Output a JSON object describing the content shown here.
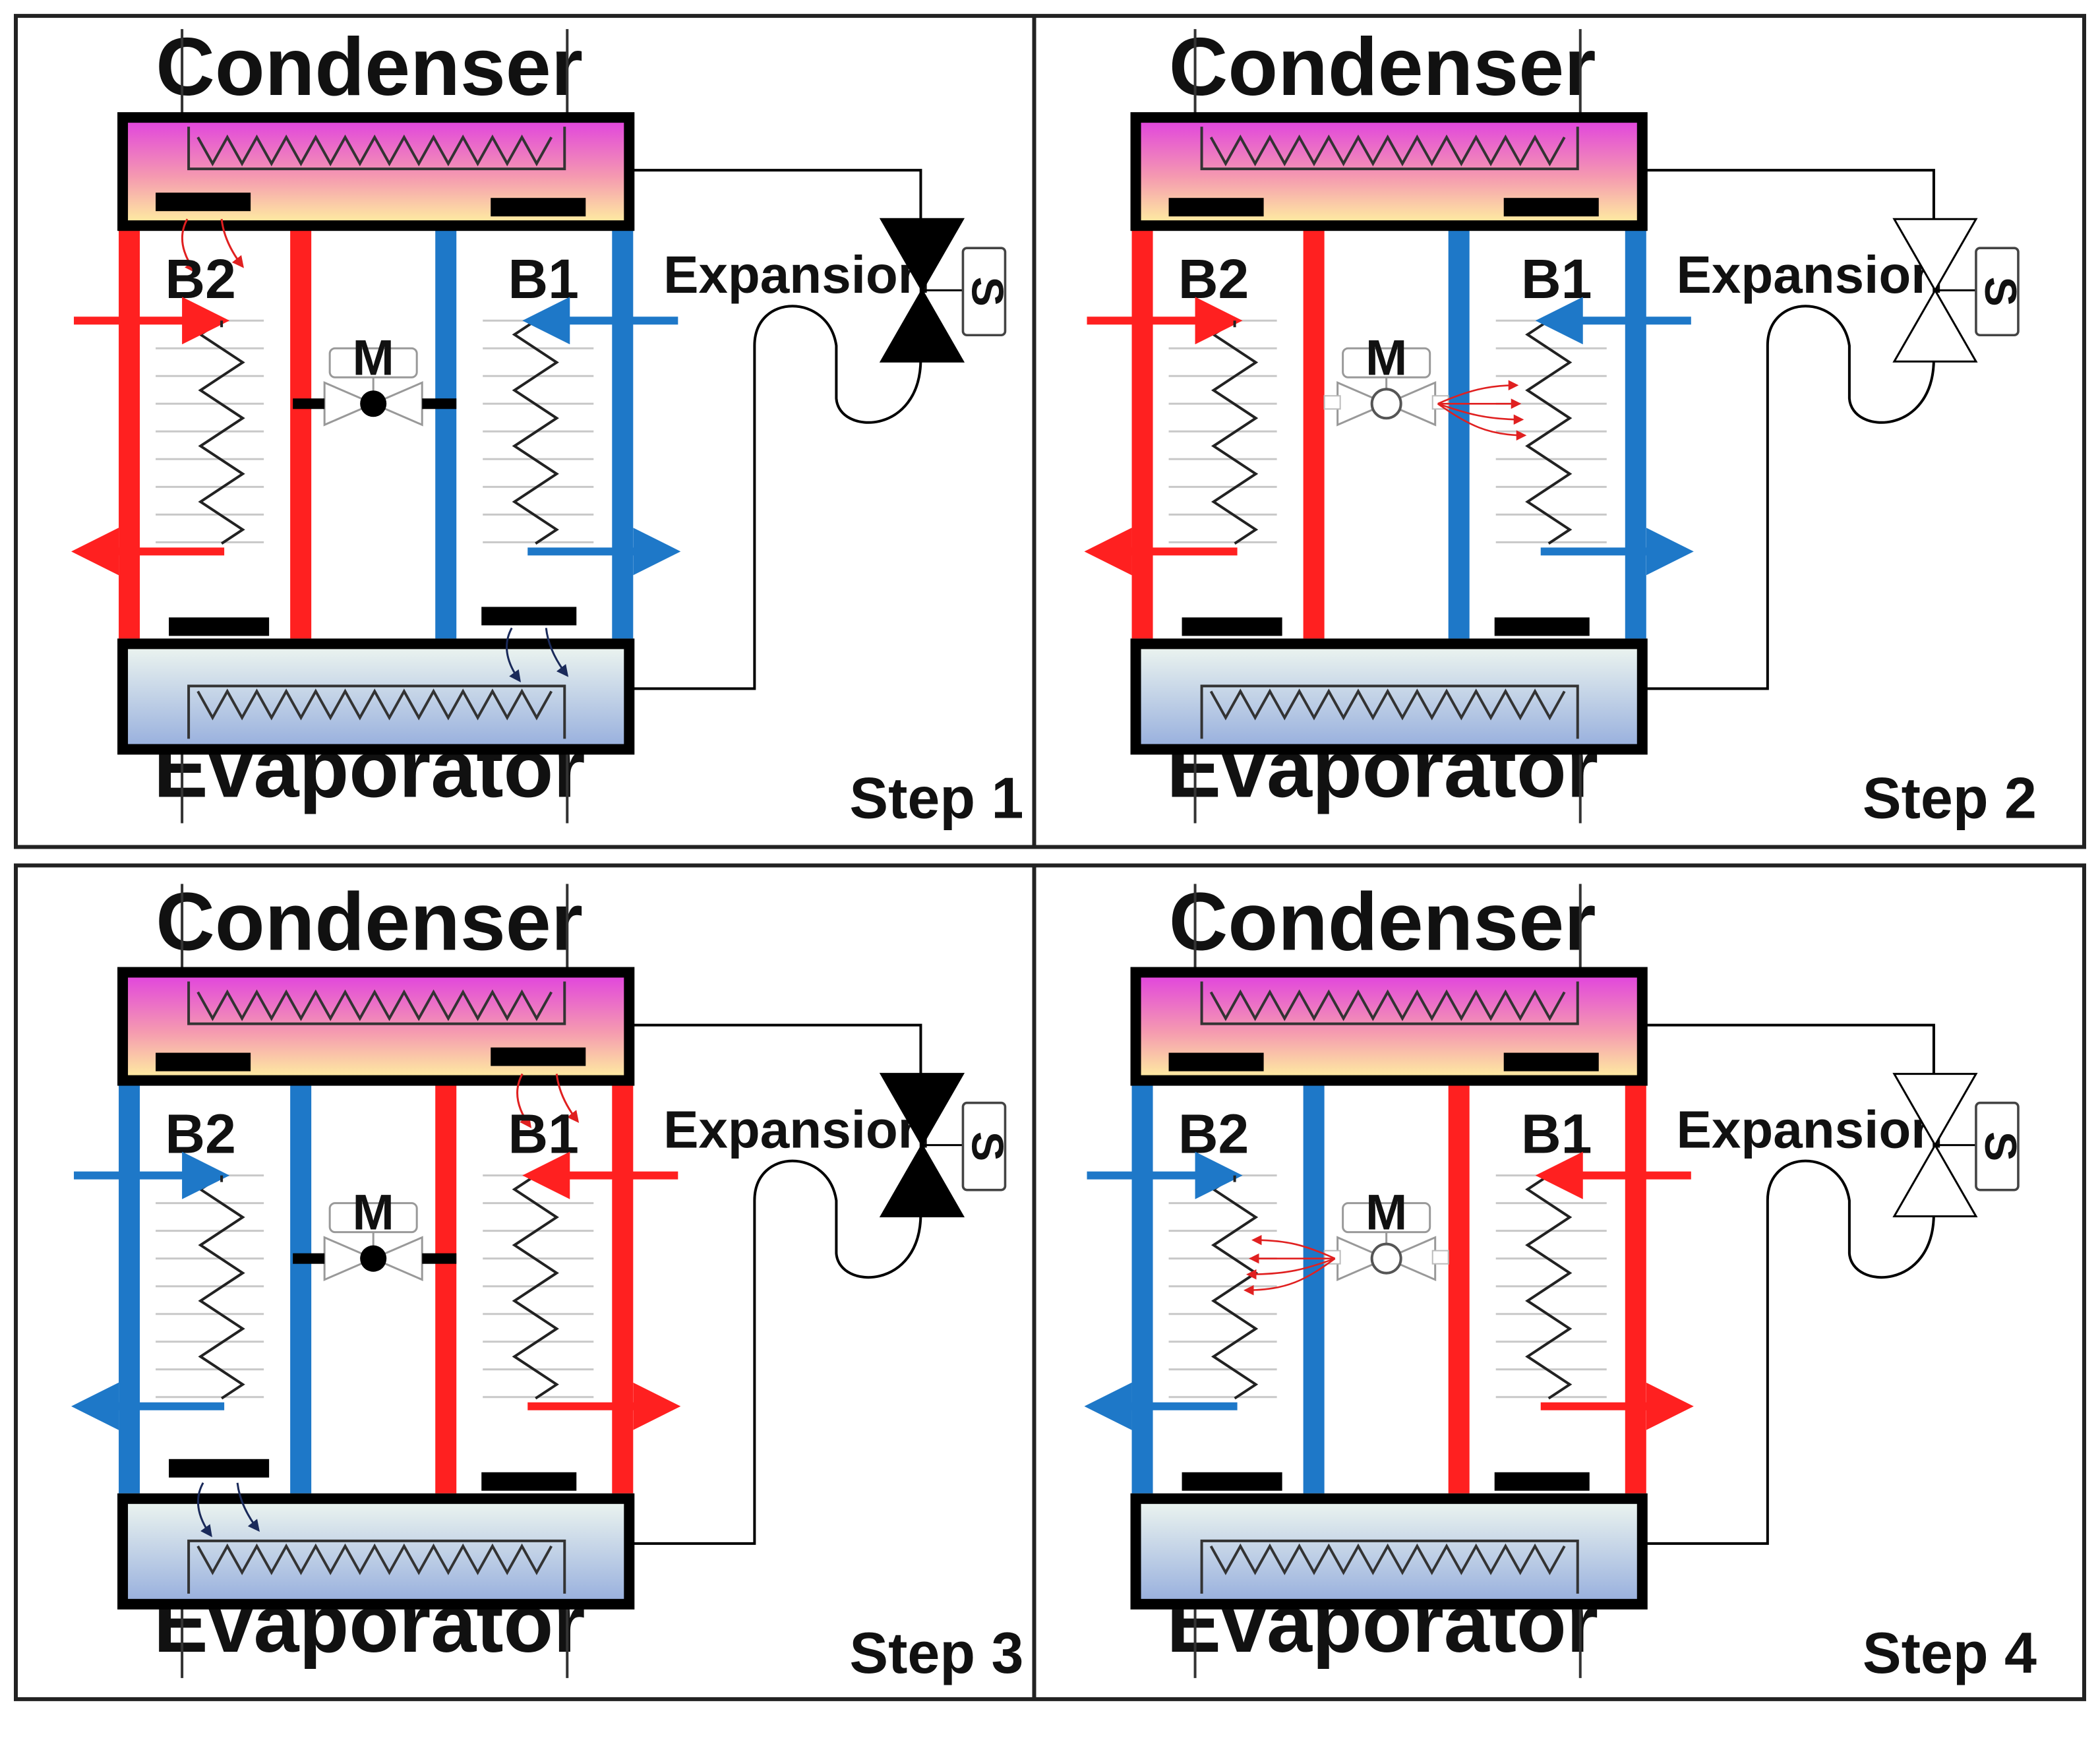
{
  "panels": [
    {
      "condenser": "Condenser",
      "evaporator": "Evaporator",
      "b2": "B2",
      "b1": "B1",
      "motor": "M",
      "expansion": "Expansion",
      "solenoid": "S",
      "step": "Step 1",
      "colors": {
        "b2": "#ff2020",
        "mid_left": "#ff2020",
        "mid_right": "#1e78c8",
        "b1": "#1e78c8"
      },
      "valve_open": false,
      "expansion_valve_filled": true,
      "flow_target": null,
      "open_gates": [
        "cond-left",
        "evap-right"
      ]
    },
    {
      "condenser": "Condenser",
      "evaporator": "Evaporator",
      "b2": "B2",
      "b1": "B1",
      "motor": "M",
      "expansion": "Expansion",
      "solenoid": "S",
      "step": "Step 2",
      "colors": {
        "b2": "#ff2020",
        "mid_left": "#ff2020",
        "mid_right": "#1e78c8",
        "b1": "#1e78c8"
      },
      "valve_open": true,
      "expansion_valve_filled": false,
      "flow_target": "b1",
      "open_gates": []
    },
    {
      "condenser": "Condenser",
      "evaporator": "Evaporator",
      "b2": "B2",
      "b1": "B1",
      "motor": "M",
      "expansion": "Expansion",
      "solenoid": "S",
      "step": "Step 3",
      "colors": {
        "b2": "#1e78c8",
        "mid_left": "#1e78c8",
        "mid_right": "#ff2020",
        "b1": "#ff2020"
      },
      "valve_open": false,
      "expansion_valve_filled": true,
      "flow_target": null,
      "open_gates": [
        "cond-right",
        "evap-left"
      ]
    },
    {
      "condenser": "Condenser",
      "evaporator": "Evaporator",
      "b2": "B2",
      "b1": "B1",
      "motor": "M",
      "expansion": "Expansion",
      "solenoid": "S",
      "step": "Step 4",
      "colors": {
        "b2": "#1e78c8",
        "mid_left": "#1e78c8",
        "mid_right": "#ff2020",
        "b1": "#ff2020"
      },
      "valve_open": true,
      "expansion_valve_filled": false,
      "flow_target": "b2",
      "open_gates": []
    }
  ]
}
